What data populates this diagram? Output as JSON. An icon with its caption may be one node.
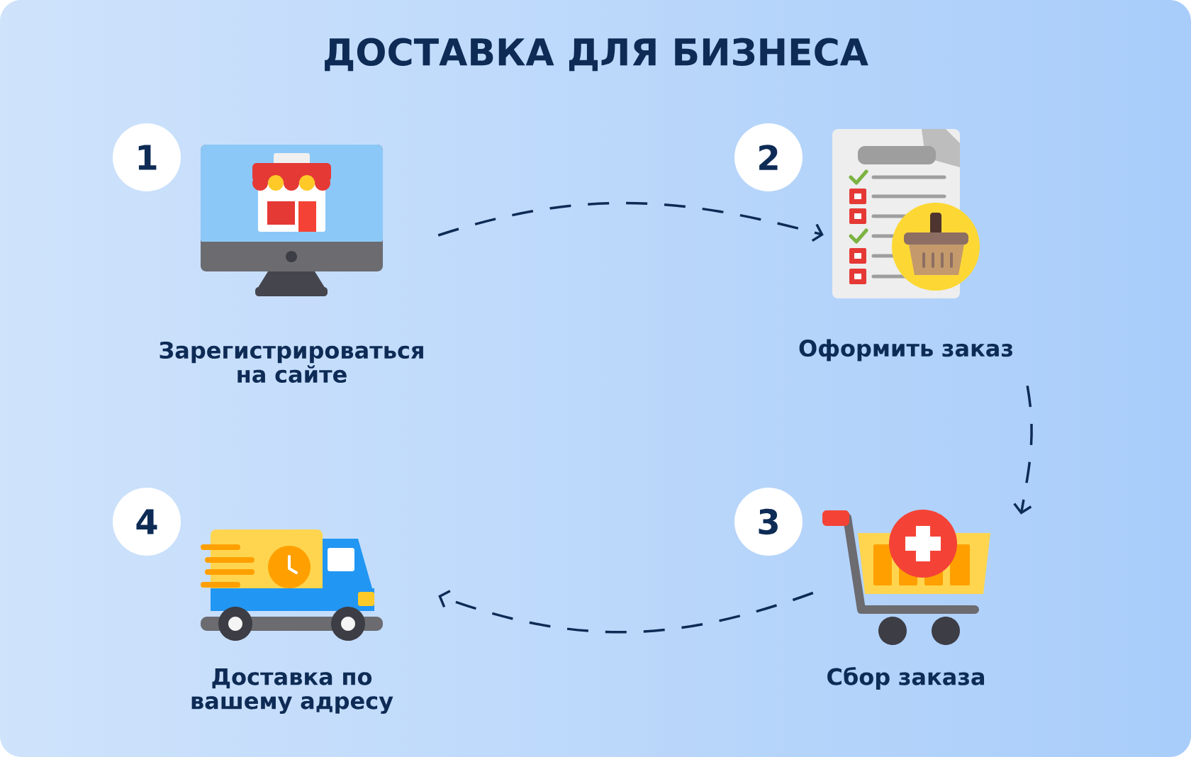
{
  "diagram": {
    "title": "ДОСТАВКА ДЛЯ БИЗНЕСА",
    "nodes": [
      {
        "text": [
          "1"
        ]
      },
      {
        "text": [],
        "shape": "picture",
        "beside": [
          "Зарегистрироваться на сайте"
        ]
      },
      {
        "text": [
          "2"
        ]
      },
      {
        "text": [],
        "shape": "picture",
        "beside": [
          "Оформить заказ"
        ]
      },
      {
        "text": [
          "4"
        ]
      },
      {
        "text": [],
        "shape": "picture",
        "beside": [
          "Доставка по вашему адресу"
        ]
      },
      {
        "text": [
          "3"
        ]
      },
      {
        "text": [],
        "shape": "picture",
        "beside": [
          "Сбор заказа"
        ]
      }
    ],
    "edges": [
      {
        "from": 1,
        "to": 3,
        "arrow": "to",
        "style": "dashed"
      },
      {
        "from": 3,
        "to": 7,
        "arrow": "to",
        "style": "dashed"
      },
      {
        "from": 7,
        "to": 5,
        "arrow": "to",
        "style": "dashed"
      }
    ]
  }
}
